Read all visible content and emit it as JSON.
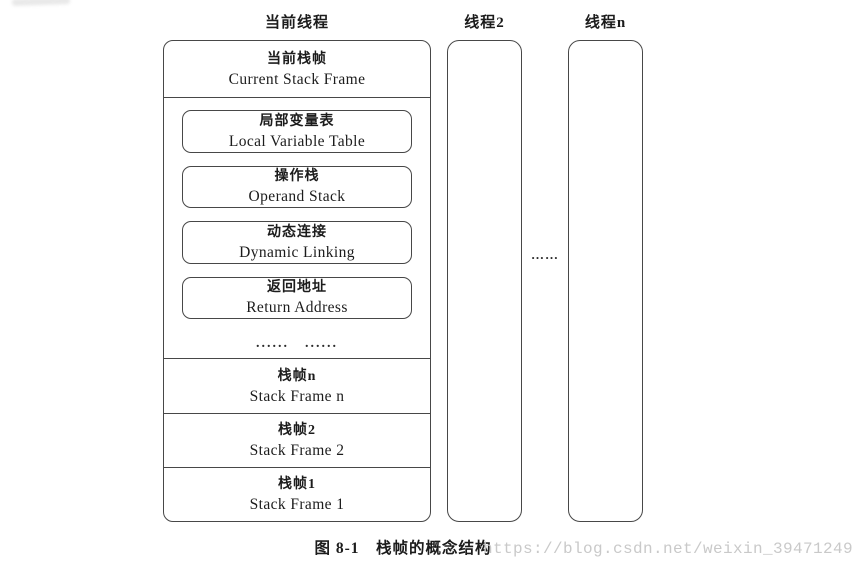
{
  "labels": {
    "current_thread": "当前线程",
    "thread2": "线程2",
    "threadn": "线程n"
  },
  "main": {
    "header": {
      "zh": "当前栈帧",
      "en": "Current Stack Frame"
    },
    "parts": [
      {
        "zh": "局部变量表",
        "en": "Local Variable Table"
      },
      {
        "zh": "操作栈",
        "en": "Operand Stack"
      },
      {
        "zh": "动态连接",
        "en": "Dynamic Linking"
      },
      {
        "zh": "返回地址",
        "en": "Return Address"
      }
    ],
    "parts_ellipsis": "......　......",
    "frames": [
      {
        "zh": "栈帧n",
        "en": "Stack Frame n"
      },
      {
        "zh": "栈帧2",
        "en": "Stack Frame 2"
      },
      {
        "zh": "栈帧1",
        "en": "Stack Frame 1"
      }
    ]
  },
  "threads": {
    "between_dots": "……"
  },
  "figure": {
    "caption": "图 8-1　栈帧的概念结构"
  },
  "watermark": {
    "text": "https://blog.csdn.net/weixin_39471249"
  },
  "colors": {
    "line": "#474747",
    "text": "#1c1c1c",
    "watermark": "#c9c9c9"
  }
}
